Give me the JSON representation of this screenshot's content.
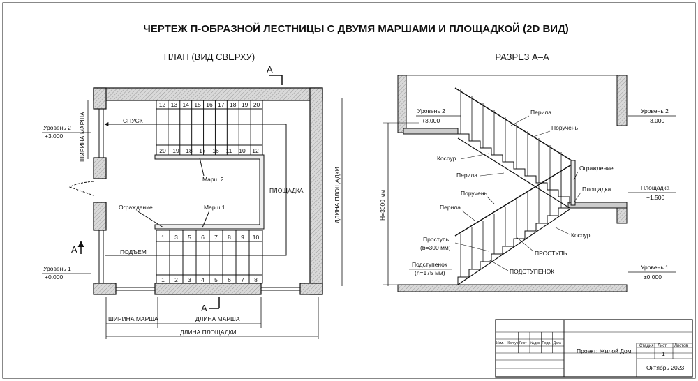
{
  "title": "ЧЕРТЕЖ П-ОБРАЗНОЙ ЛЕСТНИЦЫ С ДВУМЯ МАРШАМИ И ПЛОЩАДКОЙ (2D ВИД)",
  "plan": {
    "heading": "ПЛАН (ВИД СВЕРХУ)",
    "section_mark": "А",
    "upper_steps": [
      "12",
      "13",
      "14",
      "15",
      "16",
      "17",
      "18",
      "19",
      "20"
    ],
    "upper_steps_bottom": [
      "20",
      "19",
      "18",
      "17",
      "16",
      "11",
      "10",
      "12"
    ],
    "lower_steps_top": [
      "1",
      "3",
      "5",
      "6",
      "7",
      "8",
      "9",
      "10"
    ],
    "lower_steps_bottom": [
      "1",
      "2",
      "3",
      "4",
      "5",
      "6",
      "7",
      "8"
    ],
    "labels": {
      "descent": "СПУСК",
      "ascent": "ПОДЪЕМ",
      "flight2": "Марш 2",
      "flight1": "Марш 1",
      "railing": "Ограждение",
      "landing": "ПЛОЩАДКА",
      "level2": "Уровень 2",
      "level2_val": "+3.000",
      "level1": "Уровень 1",
      "level1_val": "+0.000",
      "flight_width_v": "ШИРИНА МАРША",
      "landing_length_v": "ДЛИНА ПЛОЩАДКИ",
      "flight_width_h": "ШИРИНА МАРША",
      "flight_length_h": "ДЛИНА МАРША",
      "landing_length_h": "ДЛИНА ПЛОЩАДКИ"
    }
  },
  "section": {
    "heading": "РАЗРЕЗ А–А",
    "labels": {
      "level2": "Уровень 2",
      "level2_val": "+3.000",
      "level2_r": "Уровень 2",
      "level2_r_val": "+3.000",
      "landing_r": "Площадка",
      "landing_r_val": "+1.500",
      "level1_r": "Уровень 1",
      "level1_r_val": "±0.000",
      "height": "Н=3000 мм",
      "perila_top": "Перила",
      "handrail_top": "Поручень",
      "stringer_top": "Косоур",
      "perila_mid": "Перила",
      "railing": "Ограждение",
      "landing": "Площадка",
      "handrail_low": "Поручень",
      "perila_low": "Перила",
      "stringer_low": "Косоур",
      "tread": "Проступь",
      "tread_dim": "(b=300 мм)",
      "tread_caps": "ПРОСТУПЬ",
      "riser": "Подступенок",
      "riser_dim": "(h=175 мм)",
      "riser_caps": "ПОДСТУПЕНОК"
    }
  },
  "stamp": {
    "cols": [
      "Изм.",
      "Кол.уч",
      "Лист",
      "№док",
      "Подп.",
      "Дата"
    ],
    "project": "Проект: Жилой Дом",
    "stage_h": "Стадия",
    "sheet_h": "Лист",
    "sheets_h": "Листов",
    "sheet_val": "1",
    "date": "Октябрь 2023"
  }
}
